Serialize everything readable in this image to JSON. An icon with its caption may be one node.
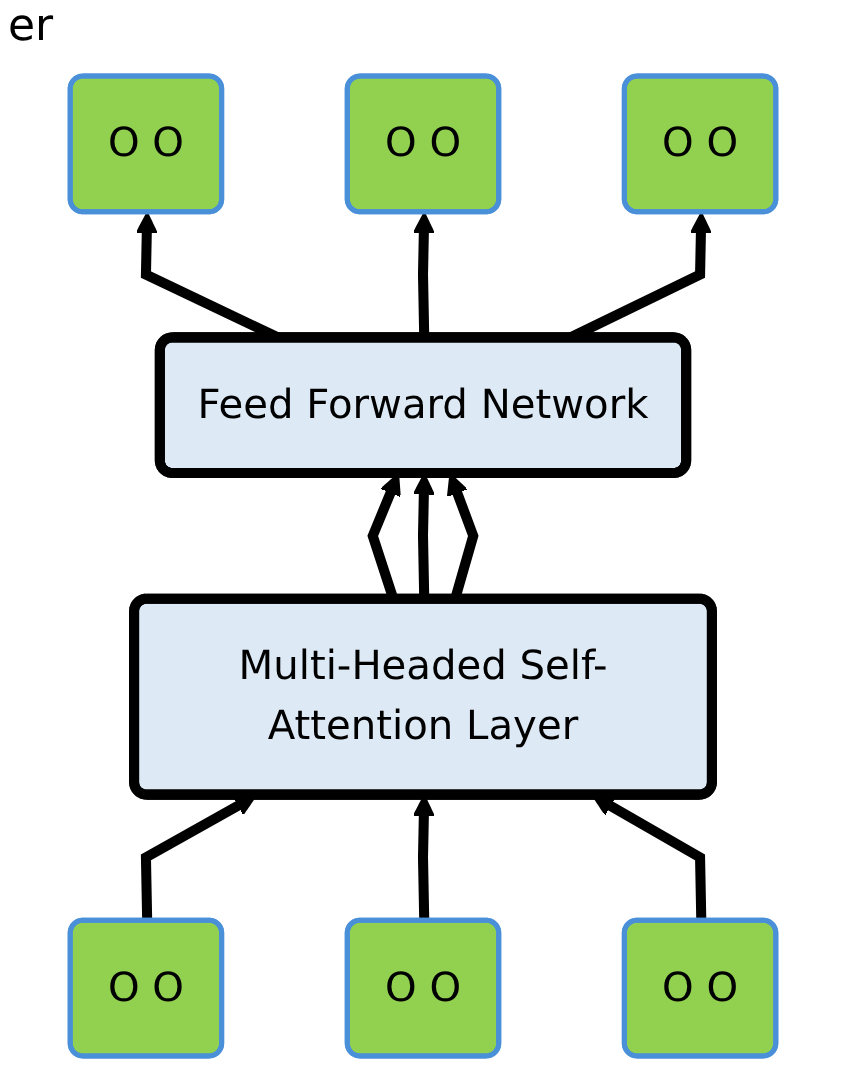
{
  "diagram": {
    "nodes": [
      {
        "text": [
          "O O"
        ]
      },
      {
        "text": [
          "O O"
        ]
      },
      {
        "text": [
          "O O"
        ]
      },
      {
        "text": [
          "Feed Forward Network"
        ]
      },
      {
        "text": [
          "Multi-Headed Self-Attention Layer"
        ]
      },
      {
        "text": [
          "O O"
        ]
      },
      {
        "text": [
          "O O"
        ]
      },
      {
        "text": [
          "O O"
        ]
      }
    ],
    "edges": [
      {
        "from": 5,
        "to": 4,
        "arrow": "to"
      },
      {
        "from": 6,
        "to": 4,
        "arrow": "to"
      },
      {
        "from": 7,
        "to": 4,
        "arrow": "to"
      },
      {
        "from": 4,
        "to": 3,
        "arrow": "to"
      },
      {
        "from": 4,
        "to": 3,
        "arrow": "to"
      },
      {
        "from": 4,
        "to": 3,
        "arrow": "to"
      },
      {
        "from": 3,
        "to": 0,
        "arrow": "to"
      },
      {
        "from": 3,
        "to": 1,
        "arrow": "to"
      },
      {
        "from": 3,
        "to": 2,
        "arrow": "to"
      }
    ],
    "labels": [
      "er"
    ]
  }
}
